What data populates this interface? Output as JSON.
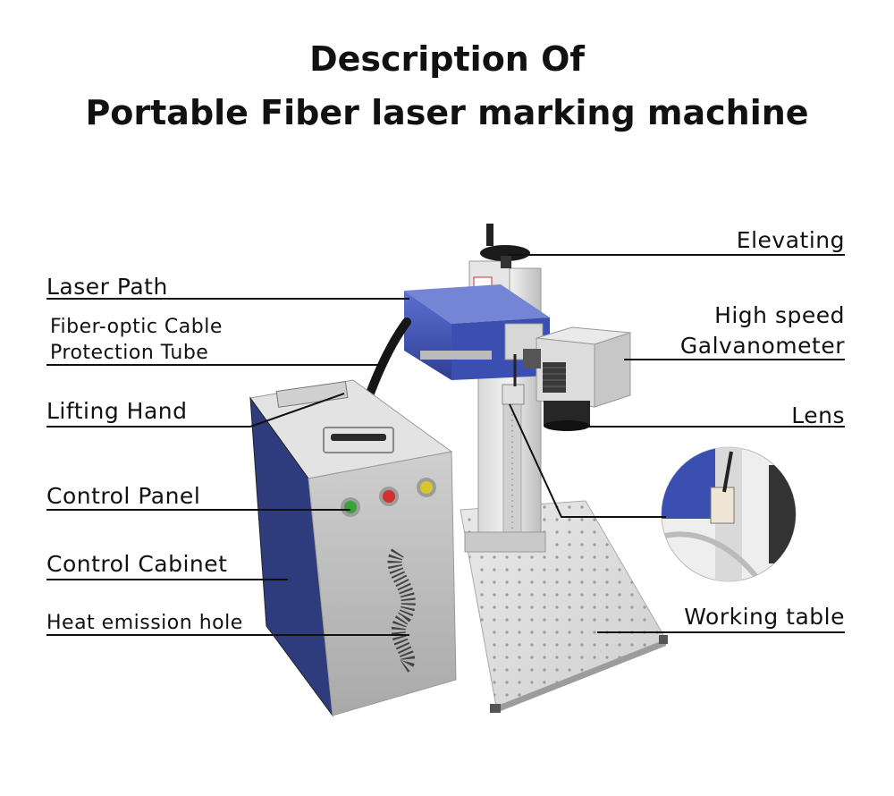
{
  "title": {
    "line1": "Description Of",
    "line2": "Portable Fiber laser marking machine"
  },
  "labels": {
    "laser_path": "Laser Path",
    "fiber_cable_1": "Fiber-optic Cable",
    "fiber_cable_2": "Protection Tube",
    "lifting_hand": "Lifting Hand",
    "control_panel": "Control Panel",
    "control_cabinet": "Control Cabinet",
    "heat_emission_hole": "Heat emission hole",
    "elevating": "Elevating",
    "galvo_1": "High speed",
    "galvo_2": "Galvanometer",
    "lens": "Lens",
    "working_table": "Working table"
  },
  "colors": {
    "cabinet_face": "#b9b9b9",
    "cabinet_side": "#3a4a8c",
    "laser_head_blue": "#3f56b8",
    "button_green": "#3aa23a",
    "button_red": "#d33030",
    "button_yellow": "#d8c72a"
  }
}
